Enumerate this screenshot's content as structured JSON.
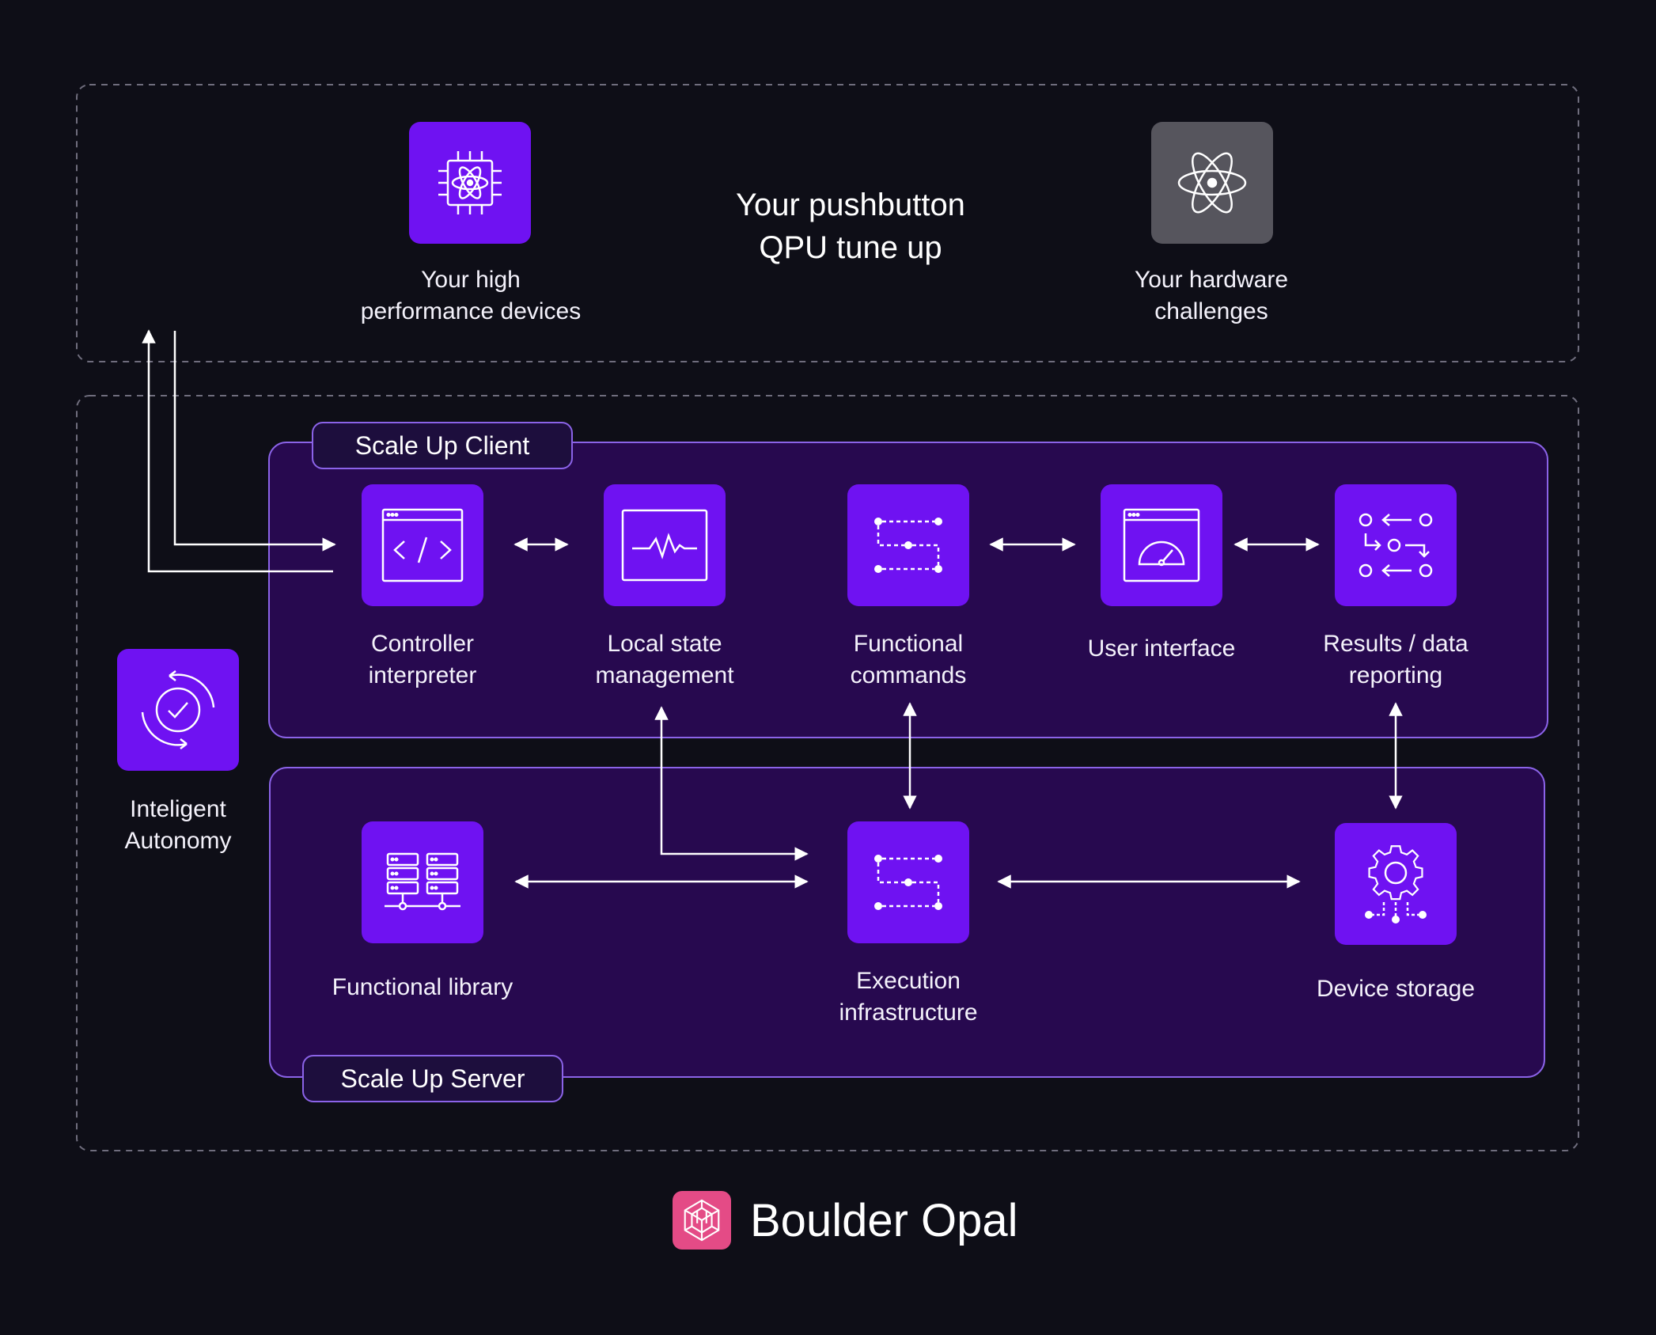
{
  "headline": {
    "line1": "Your pushbutton",
    "line2": "QPU tune up"
  },
  "top": {
    "devices": {
      "line1": "Your high",
      "line2": "performance devices",
      "icon": "atom-chip-icon"
    },
    "challenges": {
      "line1": "Your hardware",
      "line2": "challenges",
      "icon": "atom-icon"
    }
  },
  "autonomy": {
    "line1": "Inteligent",
    "line2": "Autonomy",
    "icon": "refresh-check-icon"
  },
  "client": {
    "title": "Scale Up Client",
    "nodes": [
      {
        "line1": "Controller",
        "line2": "interpreter",
        "icon": "code-window-icon"
      },
      {
        "line1": "Local state",
        "line2": "management",
        "icon": "pulse-monitor-icon"
      },
      {
        "line1": "Functional",
        "line2": "commands",
        "icon": "flow-nodes-icon"
      },
      {
        "line1": "User interface",
        "line2": "",
        "icon": "gauge-window-icon"
      },
      {
        "line1": "Results / data",
        "line2": "reporting",
        "icon": "data-flow-icon"
      }
    ]
  },
  "server": {
    "title": "Scale Up Server",
    "nodes": [
      {
        "line1": "Functional library",
        "line2": "",
        "icon": "server-rack-icon"
      },
      {
        "line1": "Execution",
        "line2": "infrastructure",
        "icon": "flow-nodes-icon"
      },
      {
        "line1": "Device storage",
        "line2": "",
        "icon": "gear-network-icon"
      }
    ]
  },
  "brand": {
    "name": "Boulder Opal",
    "icon": "boulder-opal-logo"
  },
  "colors": {
    "background": "#0e0e17",
    "tile": "#6f12f2",
    "tile_gray": "#56555d",
    "panel": "#27094f",
    "panel_border": "#8b63e8",
    "brand": "#e44b86"
  }
}
